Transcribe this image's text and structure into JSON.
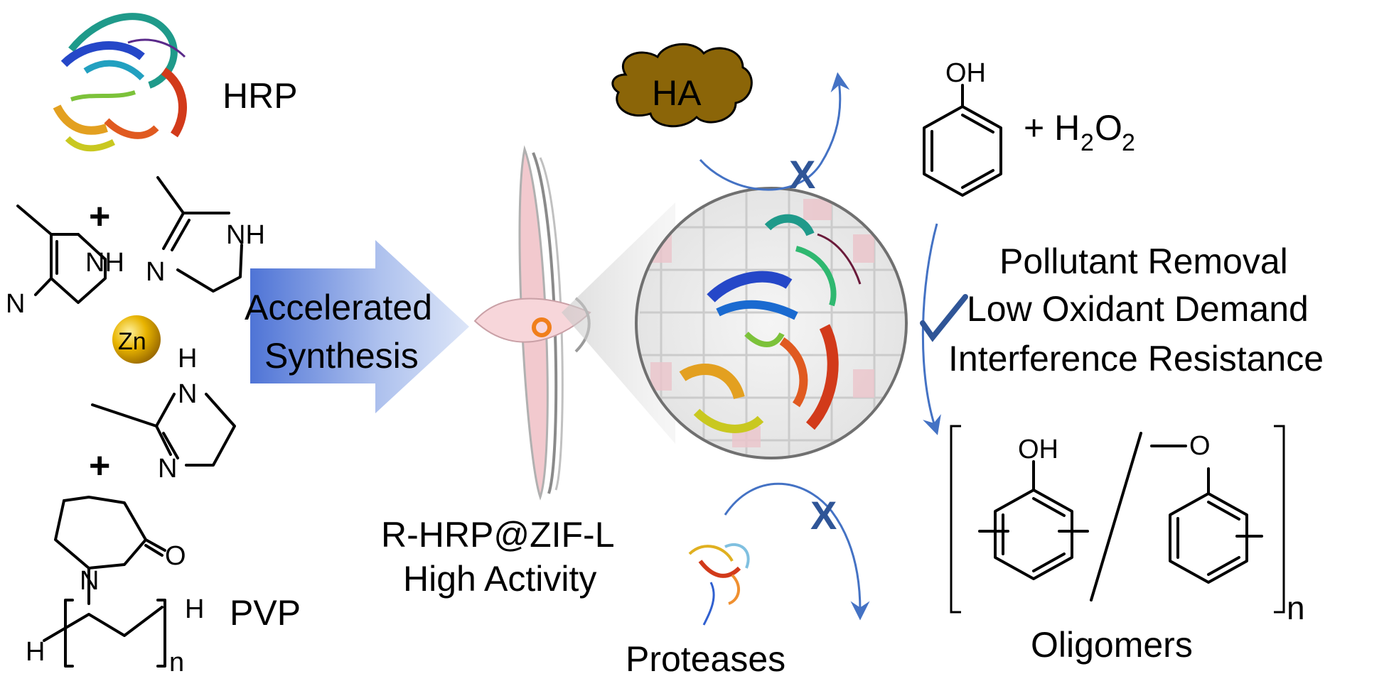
{
  "labels": {
    "hrp": "HRP",
    "pvp": "PVP",
    "zn": "Zn",
    "plus": "+",
    "accelerated": "Accelerated",
    "synthesis": "Synthesis",
    "product_name": "R-HRP@ZIF-L",
    "product_activity": "High Activity",
    "ha": "HA",
    "proteases": "Proteases",
    "oxidant_plus": "+ H",
    "oxidant_sub2": "2",
    "oxidant_o": "O",
    "oxidant_sub2b": "2",
    "oh": "OH",
    "nh": "NH",
    "n": "N",
    "h": "H",
    "o": "O",
    "sub_n": "n",
    "benefit_1": "Pollutant Removal",
    "benefit_2": "Low Oxidant Demand",
    "benefit_3": "Interference Resistance",
    "oligomers": "Oligomers",
    "cross": "X"
  },
  "colors": {
    "arrow_blue": "#4472C4",
    "ha_fill": "#8B6508",
    "zn_gold": "#E0A800",
    "orange_dot": "#F07F1C",
    "pink_disc": "#F2C9CE",
    "check_blue": "#2F5597"
  }
}
